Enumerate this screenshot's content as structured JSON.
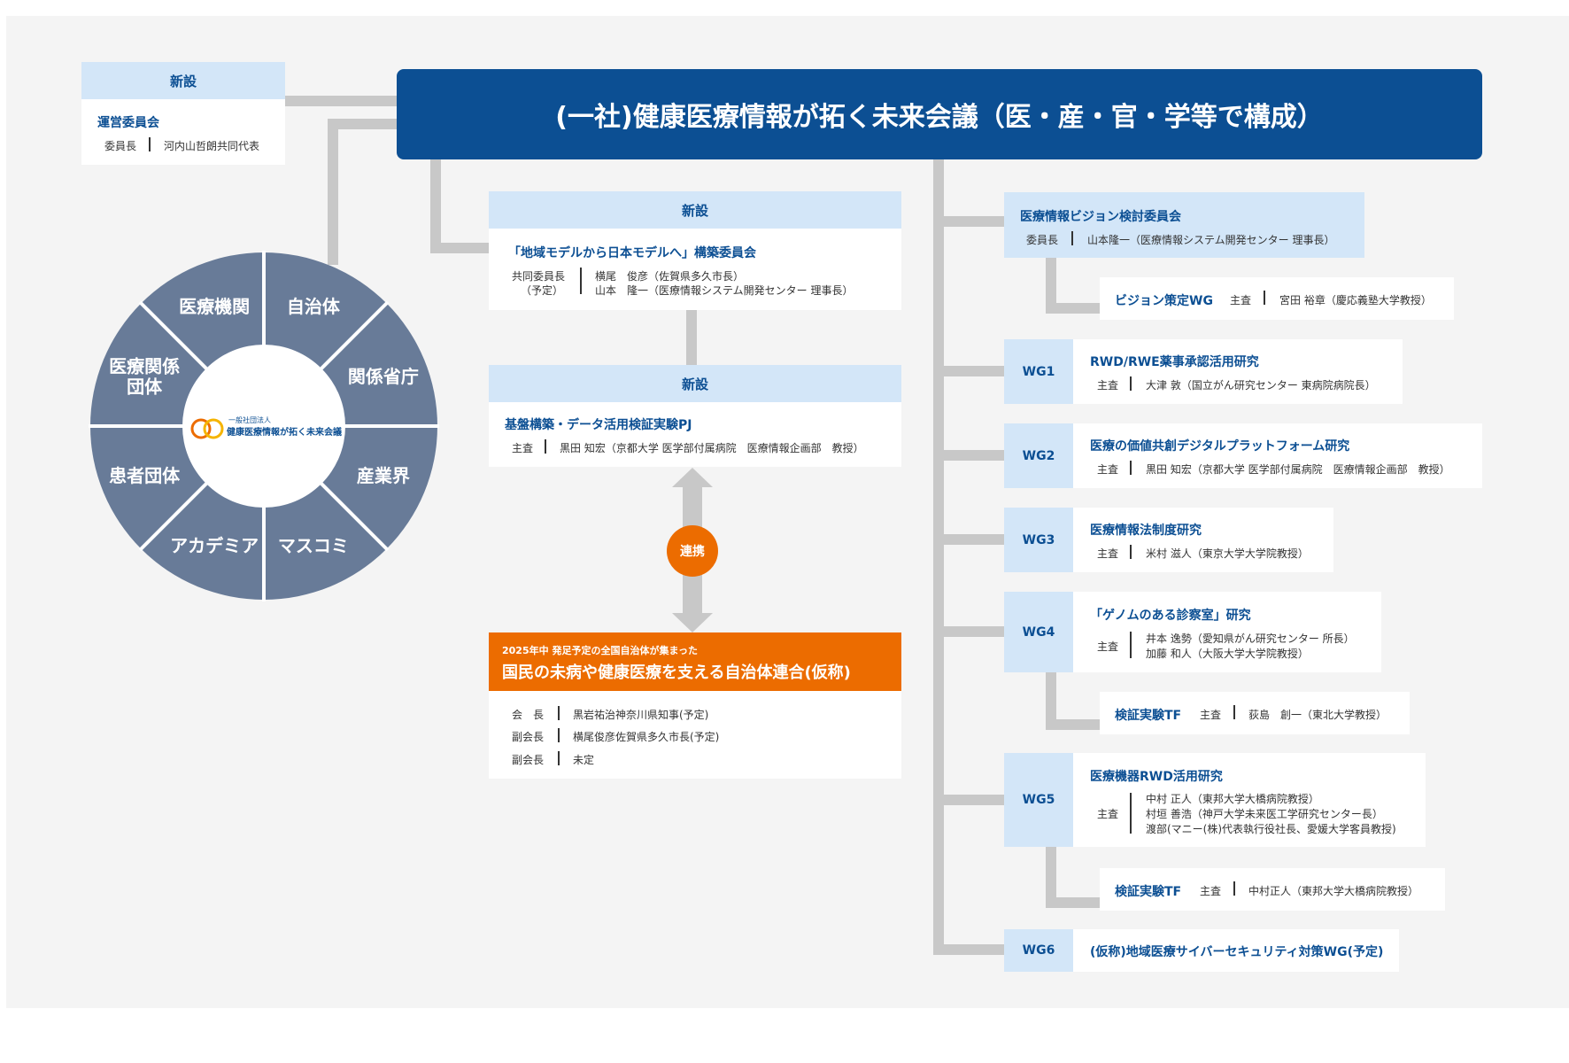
{
  "main_banner": "(一社)健康医療情報が拓く未来会議（医・産・官・学等で構成）",
  "unei": {
    "badge": "新設",
    "title": "運営委員会",
    "role": "委員長",
    "name": "河内山哲朗共同代表"
  },
  "circle": {
    "segments": [
      "自治体",
      "関係省庁",
      "産業界",
      "マスコミ",
      "アカデミア",
      "患者団体",
      "医療関係\n団体",
      "医療機関"
    ],
    "logo_small": "一般社団法人",
    "logo_name": "健康医療情報が拓く未来会議"
  },
  "model_committee": {
    "badge": "新設",
    "title": "「地域モデルから日本モデルへ」構築委員会",
    "role": "共同委員長",
    "role_note": "（予定）",
    "members": [
      "横尾　俊彦（佐賀県多久市長）",
      "山本　隆一（医療情報システム開発センター 理事長）"
    ]
  },
  "pj": {
    "badge": "新設",
    "title": "基盤構築・データ活用検証実験PJ",
    "role": "主査",
    "name": "黒田 知宏（京都大学 医学部付属病院　医療情報企画部　教授）"
  },
  "renkei": "連携",
  "alliance": {
    "subtitle": "2025年中 発足予定の全国自治体が集まった",
    "title": "国民の未病や健康医療を支える自治体連合(仮称)",
    "rows": [
      {
        "role": "会　長",
        "name": "黒岩祐治神奈川県知事(予定)"
      },
      {
        "role": "副会長",
        "name": "横尾俊彦佐賀県多久市長(予定)"
      },
      {
        "role": "副会長",
        "name": "未定"
      }
    ]
  },
  "vision": {
    "title": "医療情報ビジョン検討委員会",
    "role": "委員長",
    "name": "山本隆一（医療情報システム開発センター 理事長）",
    "wg": {
      "title": "ビジョン策定WG",
      "role": "主査",
      "name": "宮田 裕章（慶応義塾大学教授）"
    }
  },
  "wgs": [
    {
      "label": "WG1",
      "title": "RWD/RWE薬事承認活用研究",
      "role": "主査",
      "names": [
        "大津 敦（国立がん研究センター 東病院病院長）"
      ]
    },
    {
      "label": "WG2",
      "title": "医療の価値共創デジタルプラットフォーム研究",
      "role": "主査",
      "names": [
        "黒田 知宏（京都大学 医学部付属病院　医療情報企画部　教授）"
      ]
    },
    {
      "label": "WG3",
      "title": "医療情報法制度研究",
      "role": "主査",
      "names": [
        "米村 滋人（東京大学大学院教授）"
      ]
    },
    {
      "label": "WG4",
      "title": "「ゲノムのある診察室」研究",
      "role": "主査",
      "names": [
        "井本 逸勢（愛知県がん研究センター 所長）",
        "加藤 和人（大阪大学大学院教授）"
      ]
    },
    {
      "label": "WG5",
      "title": "医療機器RWD活用研究",
      "role": "主査",
      "names": [
        "中村 正人（東邦大学大橋病院教授）",
        "村垣 善浩（神戸大学未来医工学研究センター長）",
        "渡部(マニー(株)代表執行役社長、愛媛大学客員教授)"
      ]
    },
    {
      "label": "WG6",
      "title": "(仮称)地域医療サイバーセキュリティ対策WG(予定)",
      "role": "",
      "names": []
    }
  ],
  "tf4": {
    "title": "検証実験TF",
    "role": "主査",
    "name": "荻島　創一（東北大学教授）"
  },
  "tf5": {
    "title": "検証実験TF",
    "role": "主査",
    "name": "中村正人（東邦大学大橋病院教授）"
  },
  "colors": {
    "navy": "#0c4f93",
    "light_blue": "#d3e6f8",
    "circle": "#687b98",
    "orange": "#ec6c00",
    "connector": "#c8c8c8"
  }
}
